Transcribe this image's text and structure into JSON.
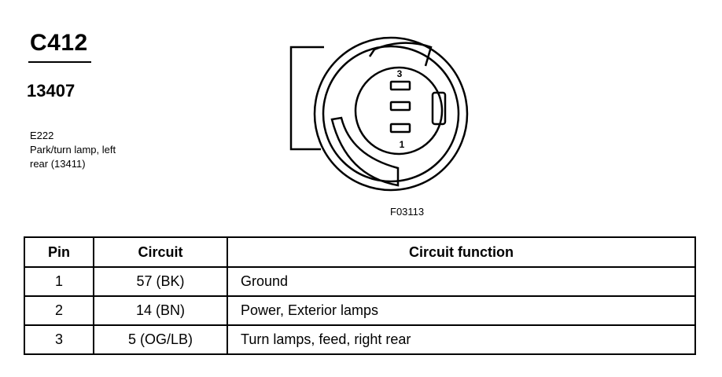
{
  "header": {
    "connector_id": "C412",
    "part_number": "13407",
    "description_lines": [
      "E222",
      "Park/turn lamp, left",
      "rear (13411)"
    ]
  },
  "diagram": {
    "pin_labels": [
      "3",
      "1"
    ],
    "figure_code": "F03113"
  },
  "table": {
    "headers": [
      "Pin",
      "Circuit",
      "Circuit function"
    ],
    "rows": [
      {
        "pin": "1",
        "circuit": "57 (BK)",
        "function": "Ground"
      },
      {
        "pin": "2",
        "circuit": "14 (BN)",
        "function": "Power, Exterior lamps"
      },
      {
        "pin": "3",
        "circuit": "5 (OG/LB)",
        "function": "Turn lamps, feed, right rear"
      }
    ]
  }
}
